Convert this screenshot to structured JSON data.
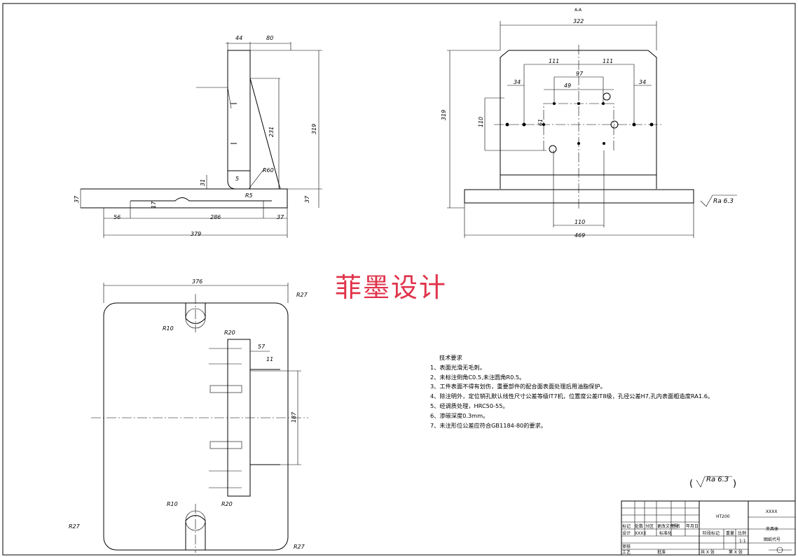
{
  "watermark": "菲墨设计",
  "tech_requirements": {
    "title": "技术要求",
    "items": [
      "1、表面光滑无毛刺。",
      "2、未标注倒角C0.5,未注圆角R0.5。",
      "3、工件表面不得有划伤，重要部件的配合面表面处理后用油脂保护。",
      "4、除注明外，定位销孔默认线性尺寸公差等级IT7机，位置度公差IT8级，孔径公差H7,孔内表面粗造度RA1.6。",
      "5、经调质处理，HRC50-55。",
      "6、渗碳深度0.3mm。",
      "7、未注形位公差应符合GB1184-80的要求。"
    ]
  },
  "roughness": {
    "general_value": "Ra 6.3",
    "base_value": "Ra 6.3"
  },
  "side_view": {
    "dims": {
      "top_wall": "44",
      "top_gap": "80",
      "rib_height": "231",
      "total_height": "319",
      "base_left_h": "37",
      "base_right_h": "37",
      "step_h": "31",
      "slot": "5",
      "small": "17",
      "rib_r": "R60",
      "fillet": "R5",
      "left_off": "56",
      "mid": "286",
      "right": "37",
      "overall": "379"
    }
  },
  "front_view": {
    "dims": {
      "width": "322",
      "hole_span_l": "111",
      "hole_span_r": "111",
      "center": "97",
      "inner": "49",
      "edge_l": "34",
      "edge_r": "34",
      "height": "319",
      "vert": "110",
      "small_v": "61",
      "pin_span": "110",
      "base_width": "469"
    },
    "section_mark": "A-A"
  },
  "top_view": {
    "dims": {
      "width": "376",
      "r_tl": "R27",
      "r_bl": "R27",
      "r_br": "R27",
      "slot_r1": "R10",
      "slot_r2": "R20",
      "slot_r3": "R10",
      "slot_r4": "R20",
      "offset": "57",
      "small": "11",
      "span": "187"
    }
  },
  "title_block": {
    "material": "HT200",
    "company": "XXXX",
    "part_name": "夹具体",
    "drawing_no": "图纸代号",
    "scale": "1:1",
    "labels": {
      "mark": "标记",
      "count": "处数",
      "zone": "分区",
      "change_doc": "更改文件号",
      "sign": "签名",
      "date": "年月日",
      "design": "设计",
      "designer": "XXXX",
      "standardize": "标准化",
      "stage": "阶段标记",
      "weight": "重量",
      "scale_label": "比例",
      "review": "审核",
      "process": "工艺",
      "approve": "批准",
      "sheets_total": "共 X 张",
      "sheet_no": "第 X 张"
    }
  }
}
